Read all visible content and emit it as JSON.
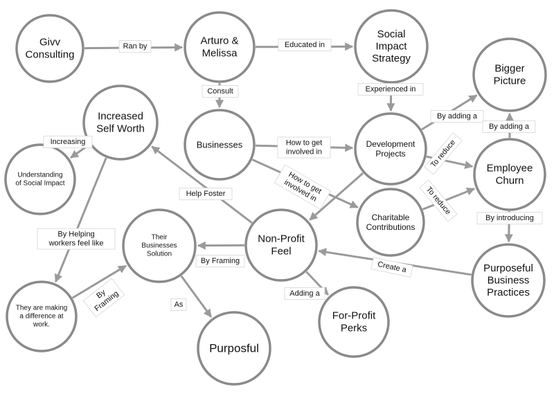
{
  "nodes": {
    "givv": [
      "Givv",
      "Consulting"
    ],
    "arturo": [
      "Arturo &",
      "Melissa"
    ],
    "social_impact": [
      "Social",
      "Impact",
      "Strategy"
    ],
    "bigger_picture": [
      "Bigger",
      "Picture"
    ],
    "increased_self_worth": [
      "Increased",
      "Self Worth"
    ],
    "businesses": [
      "Businesses"
    ],
    "development_projects": [
      "Development",
      "Projects"
    ],
    "employee_churn": [
      "Employee",
      "Churn"
    ],
    "understanding": [
      "Understanding",
      "of Social Impact"
    ],
    "charitable": [
      "Charitable",
      "Contributions"
    ],
    "their_businesses": [
      "Their",
      "Businesses",
      "Solution"
    ],
    "non_profit_feel": [
      "Non-Profit",
      "Feel"
    ],
    "purposeful_practices": [
      "Purposeful",
      "Business",
      "Practices"
    ],
    "making_difference": [
      "They are making",
      "a difference at",
      "work."
    ],
    "for_profit_perks": [
      "For-Profit",
      "Perks"
    ],
    "purposful": [
      "Purposful"
    ]
  },
  "edges": {
    "ran_by": [
      "Ran by"
    ],
    "educated_in": [
      "Educated in"
    ],
    "consult": [
      "Consult"
    ],
    "experienced_in": [
      "Experienced in"
    ],
    "how_to_get_1": [
      "How to get",
      "involved in"
    ],
    "how_to_get_2": [
      "How to get",
      "involved in"
    ],
    "by_adding_a_1": [
      "By adding a"
    ],
    "by_adding_a_2": [
      "By adding a"
    ],
    "to_reduce_1": [
      "To reduce"
    ],
    "to_reduce_2": [
      "To reduce"
    ],
    "by_introducing": [
      "By introducing"
    ],
    "increasing": [
      "Increasing"
    ],
    "help_foster": [
      "Help Foster"
    ],
    "by_helping": [
      "By Helping",
      "workers feel like"
    ],
    "by_framing_1": [
      "By Framing"
    ],
    "by_framing_2": [
      "By",
      "Framing"
    ],
    "create_a": [
      "Create a"
    ],
    "adding_a": [
      "Adding a"
    ],
    "as": [
      "As"
    ],
    "dev_to_nonprofit": []
  }
}
